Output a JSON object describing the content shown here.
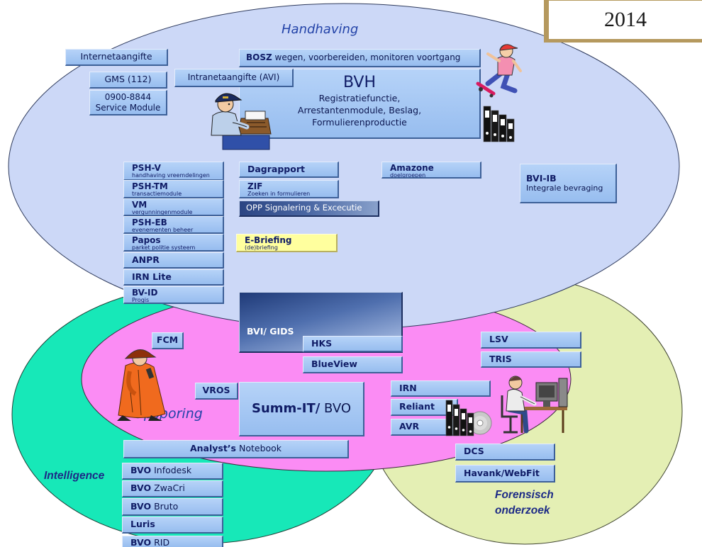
{
  "year": "2014",
  "colors": {
    "handhaving": "#ccd8f7",
    "opsporing": "#fb8cf4",
    "intelligence": "#17e8b8",
    "forensisch": "#e4efb4",
    "box": "#97bdef",
    "highlight_box": "#ffff9e",
    "year_border": "#b5995e"
  },
  "regions": {
    "handhaving": "Handhaving",
    "opsporing": "Opsporing",
    "intelligence": "Intelligence",
    "forensisch": [
      "Forensisch",
      "onderzoek"
    ]
  },
  "handhaving": {
    "internetaangifte": "Internetaangifte",
    "gms": "GMS (112)",
    "service": [
      "0900-8844",
      "Service Module"
    ],
    "bosz": {
      "bold": "BOSZ",
      "text": "wegen, voorbereiden, monitoren voortgang"
    },
    "intranetaangifte": "Intranetaangifte (AVI)",
    "bvh": {
      "title": "BVH",
      "lines": [
        "Registratiefunctie,",
        "Arrestantenmodule, Beslag,",
        "Formulierenproductie"
      ]
    },
    "left_systems": [
      {
        "name": "PSH-V",
        "sub": "handhaving vreemdelingen"
      },
      {
        "name": "PSH-TM",
        "sub": "transactiemodule"
      },
      {
        "name": "VM",
        "sub": "vergunningenmodule"
      },
      {
        "name": "PSH-EB",
        "sub": "evenementen beheer"
      },
      {
        "name": "Papos",
        "sub": "parket politie systeem"
      },
      {
        "name": "ANPR"
      },
      {
        "name": "IRN Lite"
      },
      {
        "name": "BV-ID",
        "sub": "Progis"
      }
    ],
    "dagrapport": "Dagrapport",
    "zif": {
      "name": "ZIF",
      "sub": "Zoeken in formulieren"
    },
    "opp": "OPP Signalering & Excecutie",
    "ebriefing": {
      "name": "E-Briefing",
      "sub": "(de)briefing"
    },
    "amazone": {
      "name": "Amazone",
      "sub": "doelgroepen"
    },
    "bvi_ib": {
      "name": "BVI-IB",
      "sub": "Integrale bevraging"
    }
  },
  "opsporing": {
    "bvi_gids": "BVI/ GIDS",
    "hks": "HKS",
    "blueview": "BlueView",
    "fcm": "FCM",
    "vros": "VROS",
    "summit": {
      "bold": "Summ-IT/",
      "text": "BVO"
    },
    "irn": "IRN",
    "reliant": "Reliant",
    "avr": "AVR"
  },
  "forensisch": {
    "lsv": "LSV",
    "tris": "TRIS",
    "dcs": "DCS",
    "havank": "Havank/WebFit"
  },
  "intelligence": {
    "analyst": {
      "bold": "Analyst’s",
      "text": "Notebook"
    },
    "bvo_list": [
      {
        "bold": "BVO",
        "text": "Infodesk"
      },
      {
        "bold": "BVO",
        "text": "ZwaCri"
      },
      {
        "bold": "BVO",
        "text": "Bruto"
      },
      {
        "bold": "Luris"
      },
      {
        "bold": "BVO",
        "text": "RID"
      }
    ]
  },
  "icons": {
    "policeman": "policeman-typing-icon",
    "skater": "skateboarder-icon",
    "binders": "binders-icon",
    "detective": "detective-icon",
    "computer_user": "computer-user-icon",
    "binders_cd": "binders-cd-icon"
  }
}
